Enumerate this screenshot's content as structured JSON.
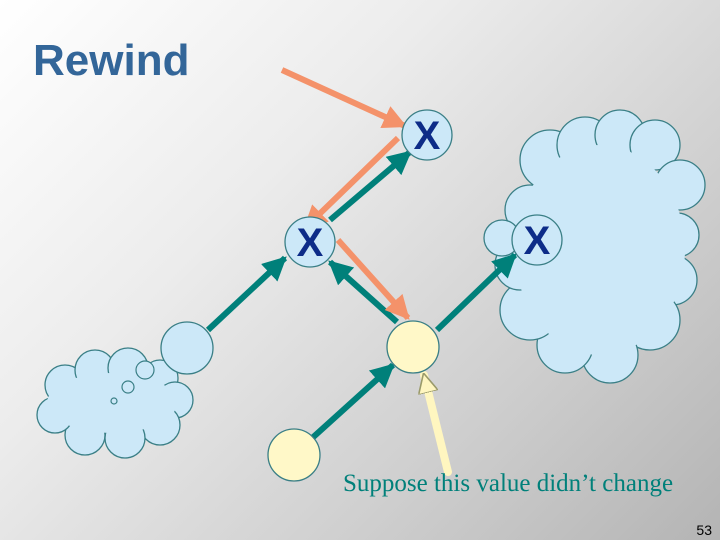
{
  "slide": {
    "title": "Rewind",
    "caption": "Suppose this value didn’t change",
    "page_number": "53"
  },
  "nodes": {
    "top_mark": "X",
    "middle_left_mark": "X",
    "middle_right_mark": "X"
  },
  "colors": {
    "title": "#336699",
    "teal_arrow": "#00807a",
    "salmon_arrow": "#f4926a",
    "pale_arrow": "#fff6c0",
    "cloud_fill": "#cce8f8",
    "blue_node_fill": "#cce8f8",
    "yellow_node_fill": "#fff8c8",
    "node_mark": "#0d2c88"
  }
}
